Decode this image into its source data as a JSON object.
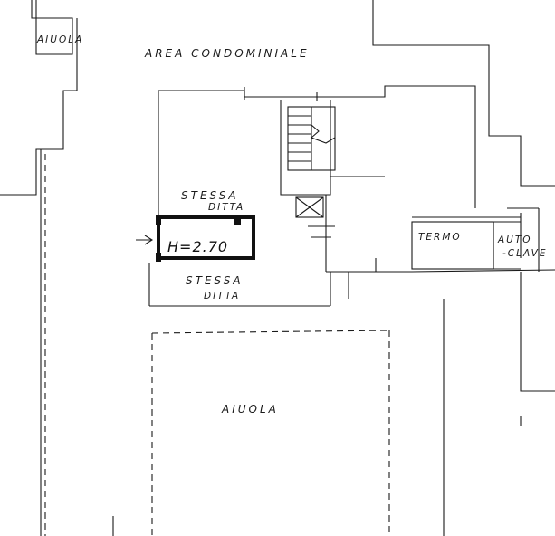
{
  "labels": {
    "aiuola_top": "AIUOLA",
    "area_condominiale": "AREA CONDOMINIALE",
    "stessa_ditta_1": "STESSA",
    "stessa_ditta_1b": "DITTA",
    "height": "H=2.70",
    "stessa_ditta_2": "STESSA",
    "stessa_ditta_2b": "DITTA",
    "termo": "TERMO",
    "autoclave_1": "AUTO",
    "autoclave_2": "-CLAVE",
    "aiuola_main": "AIUOLA"
  }
}
